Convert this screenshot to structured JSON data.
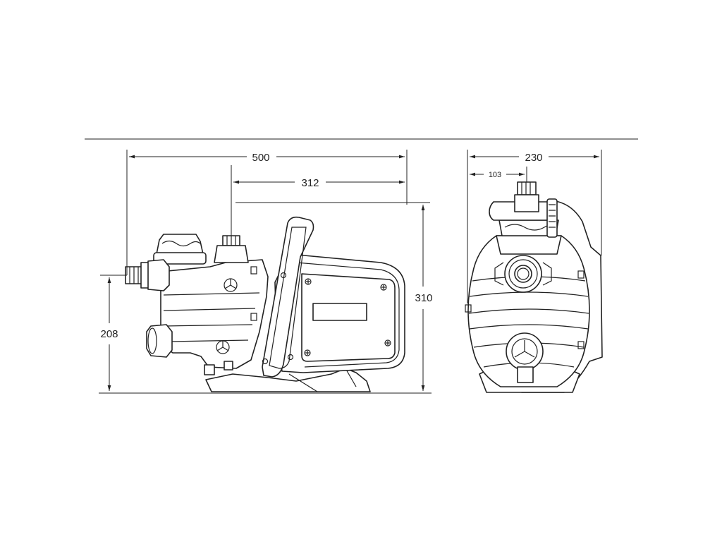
{
  "dimensions": {
    "overall_length": "500",
    "outlet_offset": "312",
    "overall_height": "310",
    "inlet_height": "208",
    "overall_width": "230",
    "outlet_width_offset": "103"
  },
  "colors": {
    "line": "#222222",
    "background": "#ffffff"
  }
}
